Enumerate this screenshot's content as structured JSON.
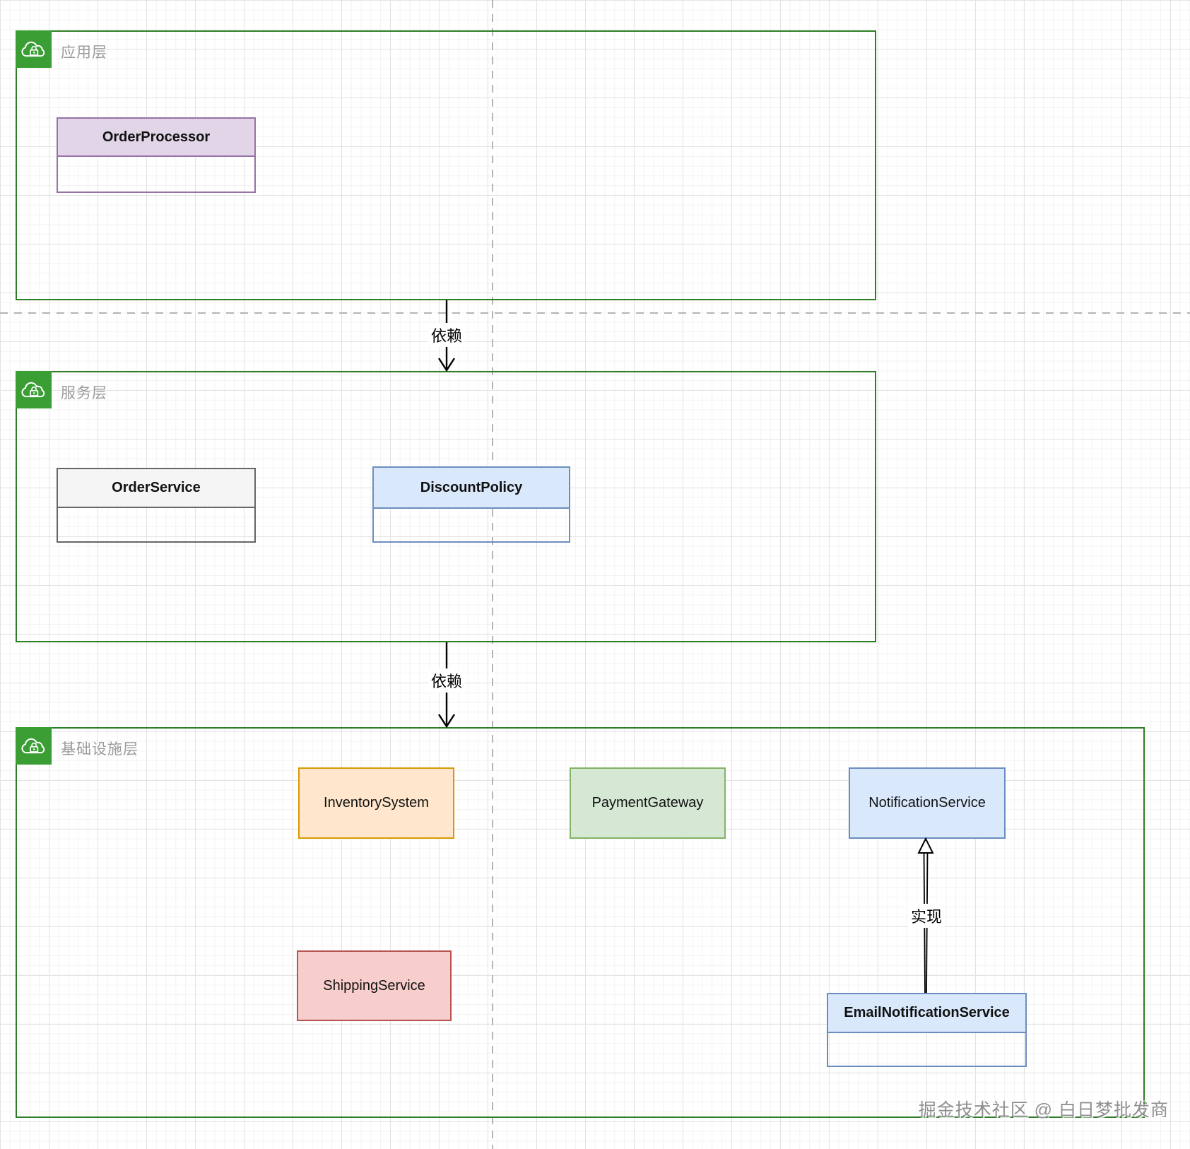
{
  "layers": [
    {
      "label": "应用层"
    },
    {
      "label": "服务层"
    },
    {
      "label": "基础设施层"
    }
  ],
  "nodes": {
    "order_processor": {
      "label": "OrderProcessor",
      "fill": "#e1d5e7",
      "stroke": "#9673a6"
    },
    "order_service": {
      "label": "OrderService",
      "fill": "#f5f5f5",
      "stroke": "#666666"
    },
    "discount_policy": {
      "label": "DiscountPolicy",
      "fill": "#dae8fc",
      "stroke": "#6c8ebf"
    },
    "inventory_system": {
      "label": "InventorySystem",
      "fill": "#ffe6cc",
      "stroke": "#d79b00"
    },
    "payment_gateway": {
      "label": "PaymentGateway",
      "fill": "#d5e8d4",
      "stroke": "#82b366"
    },
    "notification_service": {
      "label": "NotificationService",
      "fill": "#dae8fc",
      "stroke": "#6c8ebf"
    },
    "shipping_service": {
      "label": "ShippingService",
      "fill": "#f8cecc",
      "stroke": "#b85450"
    },
    "email_notification_service": {
      "label": "EmailNotificationService",
      "fill": "#dae8fc",
      "stroke": "#6c8ebf"
    }
  },
  "edges": {
    "dep_app_to_service": {
      "label": "依赖",
      "type": "dependency"
    },
    "dep_service_to_infra": {
      "label": "依赖",
      "type": "dependency"
    },
    "impl_email_to_notif": {
      "label": "实现",
      "type": "realization"
    }
  },
  "watermark": {
    "text": "掘金技术社区 @ 白日梦批发商"
  },
  "colors": {
    "layer_border": "#2e7d27",
    "layer_badge": "#3a9e35",
    "layer_title": "#9c9c9c",
    "guide_line": "#b5b5b5",
    "edge_line": "#000000"
  }
}
